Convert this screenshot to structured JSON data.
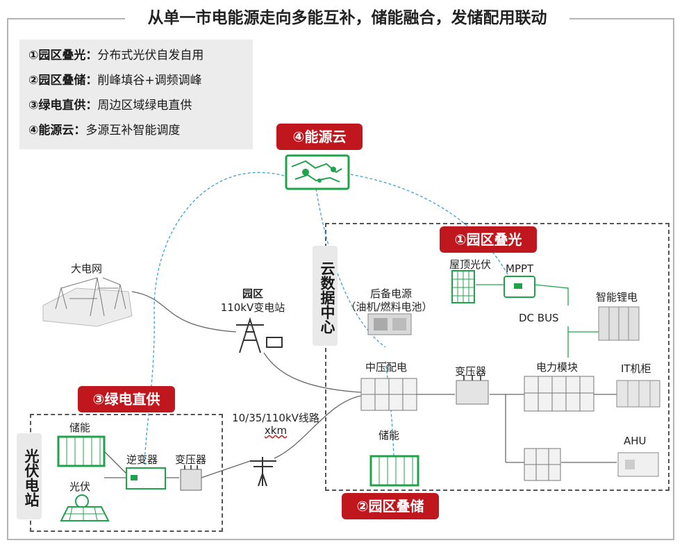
{
  "title": "从单一市电能源走向多能互补，储能融合，发储配用联动",
  "legend": [
    {
      "key": "①园区叠光：",
      "value": "分布式光伏自发自用"
    },
    {
      "key": "②园区叠储：",
      "value": "削峰填谷+调频调峰"
    },
    {
      "key": "③绿电直供：",
      "value": "周边区域绿电直供"
    },
    {
      "key": "④能源云：",
      "value": "多源互补智能调度"
    }
  ],
  "badges": {
    "energy_cloud": "④能源云",
    "park_pv": "①园区叠光",
    "park_storage": "②园区叠储",
    "green_direct": "③绿电直供"
  },
  "regions": {
    "cloud_dc": "云数据中心",
    "pv_station": "光伏电站"
  },
  "labels": {
    "grid": "大电网",
    "substation_line1": "园区",
    "substation_line2": "110kV变电站",
    "backup_line1": "后备电源",
    "backup_line2": "（油机/燃料电池）",
    "rooftop_pv": "屋顶光伏",
    "mppt": "MPPT",
    "dc_bus": "DC BUS",
    "smart_li": "智能锂电",
    "mv_dist": "中压配电",
    "transformer_dc": "变压器",
    "power_module": "电力模块",
    "it_rack": "IT机柜",
    "ahu": "AHU",
    "storage_dc": "储能",
    "line_text1": "10/35/110kV线路",
    "line_text2": "xkm",
    "storage_pv": "储能",
    "inverter": "逆变器",
    "transformer_pv": "变压器",
    "pv": "光伏"
  },
  "colors": {
    "badge_red": "#c0171e",
    "green": "#1fa34a",
    "cloud_link": "#3aa0d8",
    "line_gray": "#666666"
  }
}
